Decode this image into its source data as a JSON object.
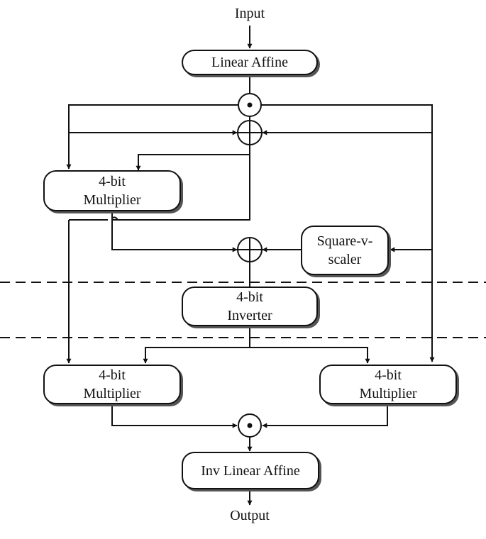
{
  "input_label": "Input",
  "output_label": "Output",
  "blocks": {
    "linear_affine": "Linear Affine",
    "mult_top": {
      "line1": "4-bit",
      "line2": "Multiplier"
    },
    "square_scaler": {
      "line1": "Square-v-",
      "line2": "scaler"
    },
    "inverter": {
      "line1": "4-bit",
      "line2": "Inverter"
    },
    "mult_left": {
      "line1": "4-bit",
      "line2": "Multiplier"
    },
    "mult_right": {
      "line1": "4-bit",
      "line2": "Multiplier"
    },
    "inv_linear_affine": "Inv Linear Affine"
  },
  "operators": {
    "multiply": "⊙",
    "xor": "⊕"
  }
}
